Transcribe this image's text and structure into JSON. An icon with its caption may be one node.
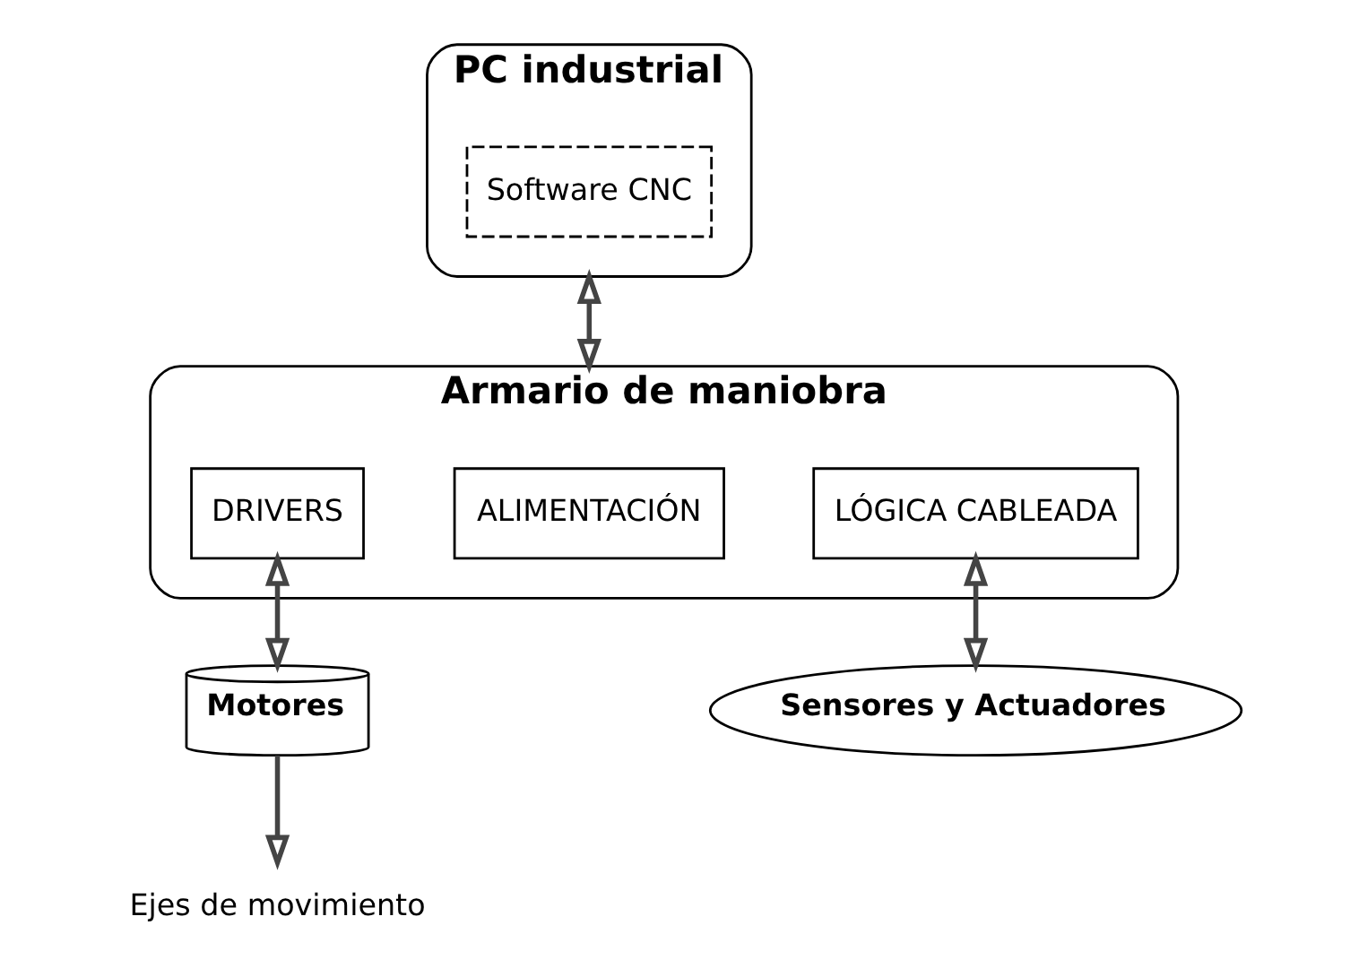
{
  "diagram": {
    "nodes": [
      {
        "text": [
          "PC industrial"
        ]
      },
      {
        "text": [
          "Software CNC"
        ],
        "in": 0
      },
      {
        "text": [
          "Armario de maniobra"
        ]
      },
      {
        "text": [
          "DRIVERS"
        ],
        "in": 2
      },
      {
        "text": [
          "ALIMENTACIÓN"
        ],
        "in": 2
      },
      {
        "text": [
          "LÓGICA CABLEADA"
        ],
        "in": 2
      },
      {
        "text": [
          "Motores"
        ]
      },
      {
        "text": [
          "Sensores y Actuadores"
        ]
      },
      {
        "text": [
          "Ejes de movimiento"
        ]
      }
    ],
    "edges": [
      {
        "from": 0,
        "to": 2,
        "arrow": "both"
      },
      {
        "from": 3,
        "to": 6,
        "arrow": "both"
      },
      {
        "from": 5,
        "to": 7,
        "arrow": "both"
      },
      {
        "from": 6,
        "to": 8,
        "arrow": "to"
      }
    ]
  }
}
